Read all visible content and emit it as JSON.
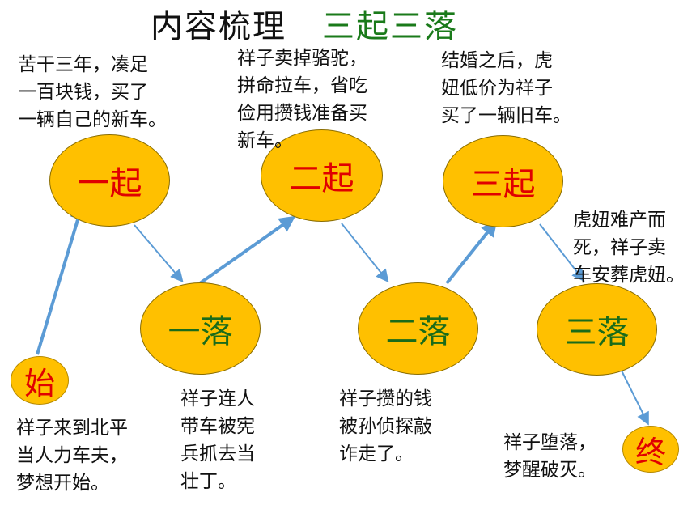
{
  "title": {
    "main": "内容梳理",
    "accent": "三起三落"
  },
  "colors": {
    "node_fill": "#ffc000",
    "rise_text": "#e00000",
    "fall_text": "#1a6b1a",
    "arrow": "#5b9bd5",
    "accent": "#1a7a1a"
  },
  "nodes": {
    "start": "始",
    "rise1": "一起",
    "fall1": "一落",
    "rise2": "二起",
    "fall2": "二落",
    "rise3": "三起",
    "fall3": "三落",
    "end": "终"
  },
  "notes": {
    "start": [
      "祥子来到北平",
      "当人力车夫，",
      "梦想开始。"
    ],
    "rise1": [
      "苦干三年，凑足",
      "一百块钱，买了",
      "一辆自己的新车。"
    ],
    "fall1": [
      "祥子连人",
      "带车被宪",
      "兵抓去当",
      "壮丁。"
    ],
    "rise2": [
      "祥子卖掉骆驼，",
      "拼命拉车，省吃",
      "俭用攒钱准备买",
      "新车。"
    ],
    "fall2": [
      "祥子攒的钱",
      "被孙侦探敲",
      "诈走了。"
    ],
    "rise3": [
      "结婚之后，虎",
      "妞低价为祥子",
      "买了一辆旧车。"
    ],
    "fall3": [
      "虎妞难产而",
      "死，祥子卖",
      "车安葬虎妞。"
    ],
    "end": [
      "祥子堕落，",
      "梦醒破灭。"
    ]
  }
}
